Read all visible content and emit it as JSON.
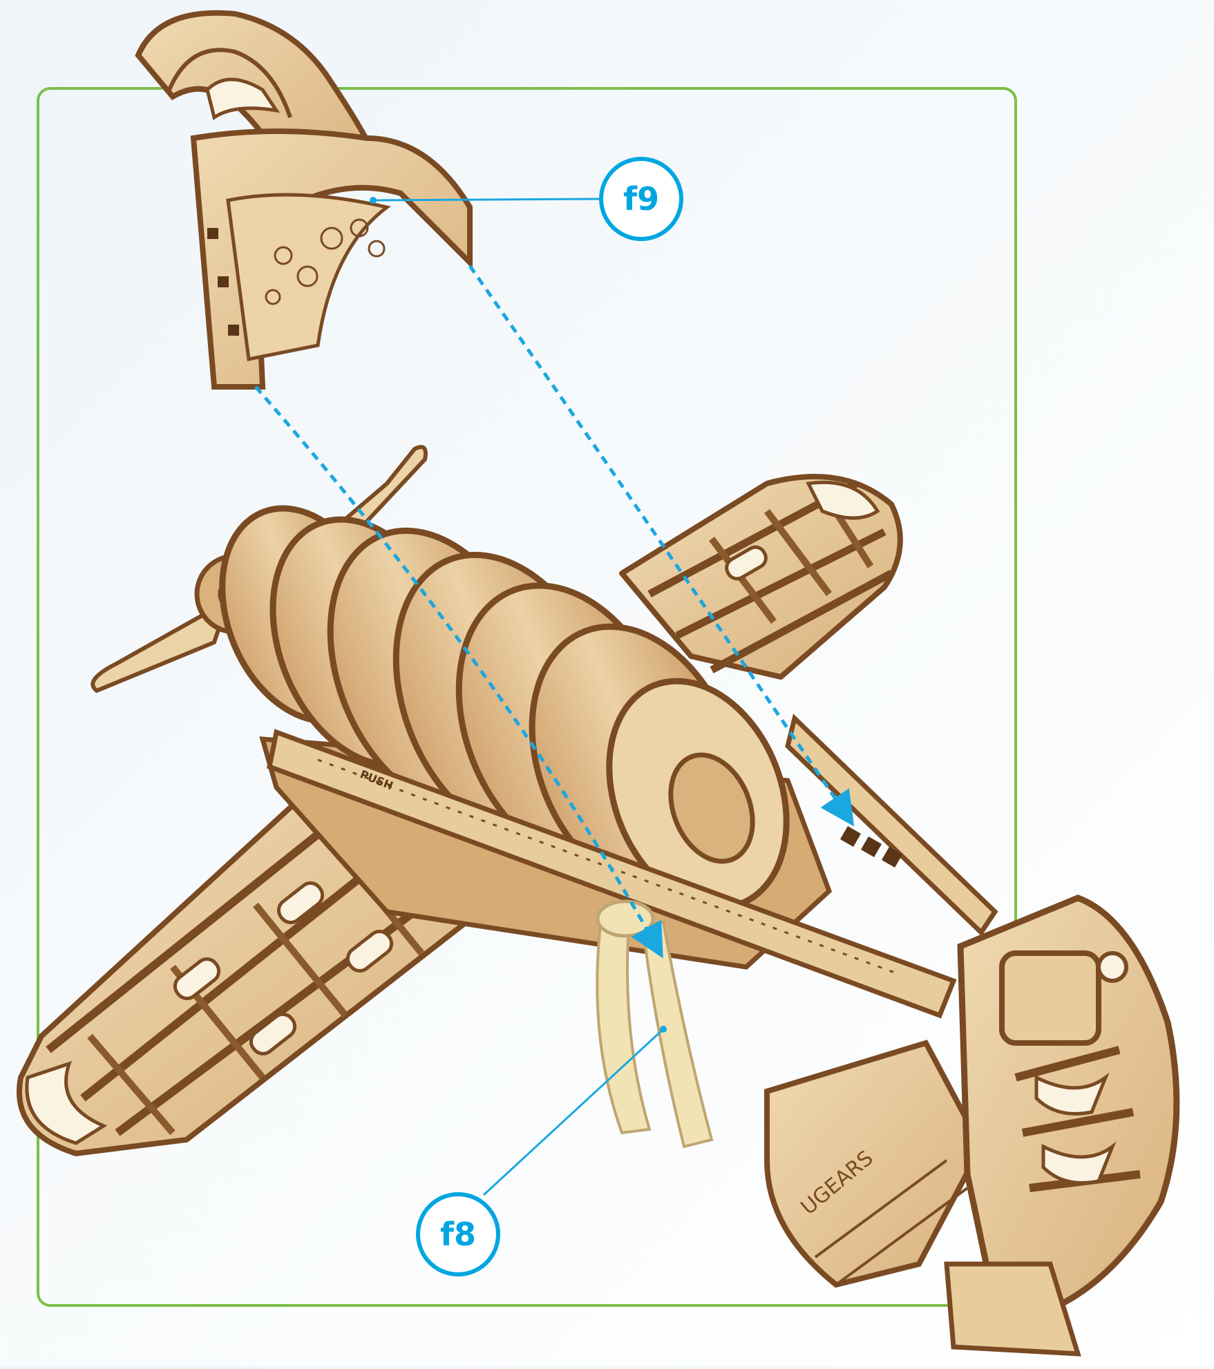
{
  "frame": {
    "border_color": "#7cbf4a"
  },
  "callouts": [
    {
      "id": "f9",
      "label": "f9",
      "color": "#00a6e0"
    },
    {
      "id": "f8",
      "label": "f8",
      "color": "#00a6e0"
    }
  ],
  "engraving": {
    "brand": "UGEARS",
    "push": "PUSH"
  },
  "palette": {
    "wood_light": "#ecd3a8",
    "wood_mid": "#dbb682",
    "wood_shadow": "#c99a64",
    "wood_edge": "#7a4a23",
    "ribbon": "#f1e3b4",
    "guide_line": "#1ba7e0"
  }
}
